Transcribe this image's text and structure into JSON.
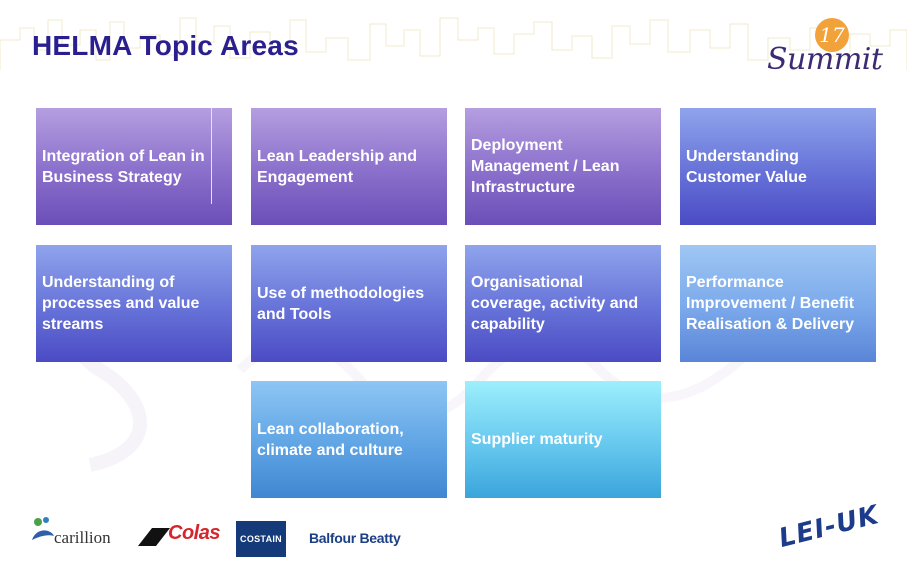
{
  "header": {
    "title": "HELMA Topic Areas",
    "summit_logo": {
      "number": "17",
      "word": "Summit"
    }
  },
  "tiles": [
    {
      "label": "Integration of Lean in Business Strategy"
    },
    {
      "label": "Lean Leadership and Engagement"
    },
    {
      "label": "Deployment Management / Lean Infrastructure"
    },
    {
      "label": "Understanding Customer Value"
    },
    {
      "label": "Understanding of processes and value streams"
    },
    {
      "label": "Use of methodologies and Tools"
    },
    {
      "label": "Organisational coverage, activity and capability"
    },
    {
      "label": "Performance Improvement / Benefit Realisation & Delivery"
    },
    {
      "label": "Lean collaboration, climate and culture"
    },
    {
      "label": "Supplier maturity"
    }
  ],
  "footer_logos": {
    "carillion": "carillion",
    "colas": "Colas",
    "costain": "COSTAIN",
    "balfour": "Balfour Beatty",
    "lei": "LEI-UK"
  },
  "colors": {
    "title": "#2a1f8f",
    "row1_tile": "#8a6fcb",
    "row2_tile": "#6672d8",
    "row3_tile_left": "#5fa4e4",
    "row3_tile_right": "#66c8ee"
  }
}
